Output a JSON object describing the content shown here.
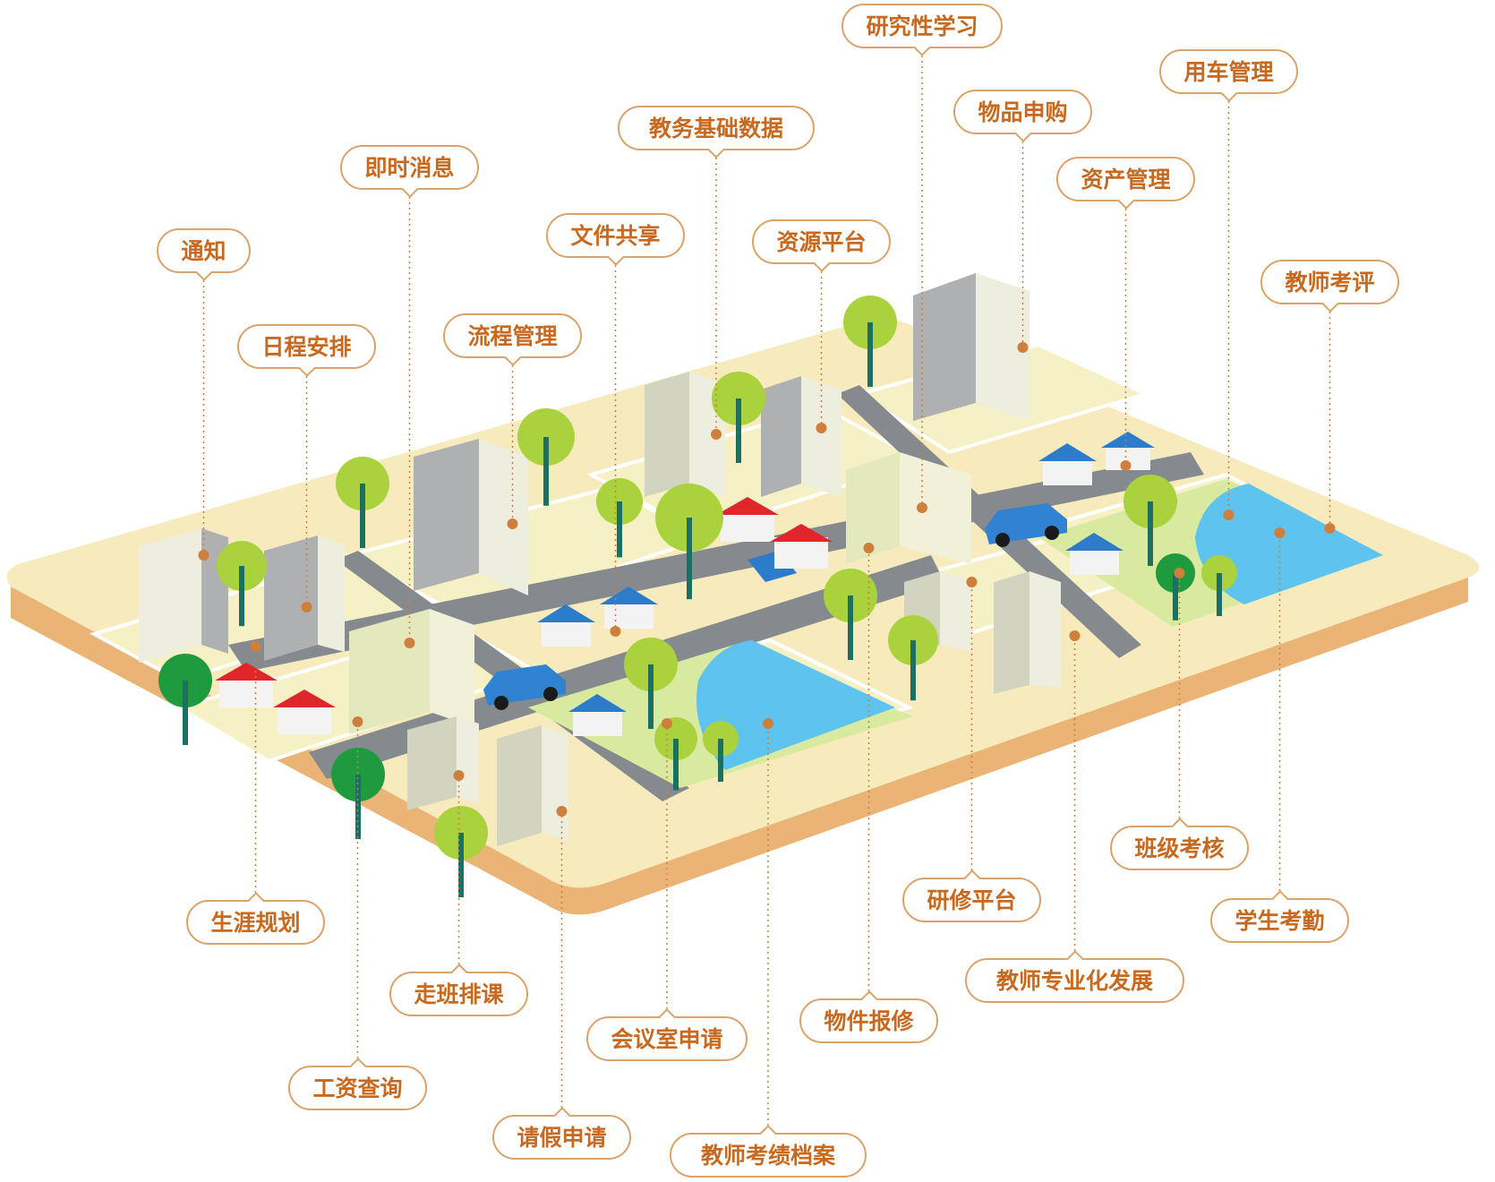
{
  "labels": {
    "tongzhi": "通知",
    "richeng": "日程安排",
    "jishi": "即时消息",
    "liucheng": "流程管理",
    "wenjian": "文件共享",
    "jiaowu": "教务基础数据",
    "ziyuan": "资源平台",
    "yanjiu": "研究性学习",
    "wupin": "物品申购",
    "zichan": "资产管理",
    "yongche": "用车管理",
    "kaoping": "教师考评",
    "shengya": "生涯规划",
    "gongzi": "工资查询",
    "zouban": "走班排课",
    "qingjia": "请假申请",
    "huiyi": "会议室申请",
    "jixiao": "教师考绩档案",
    "baoxiu": "物件报修",
    "yanxiu": "研修平台",
    "zhuanye": "教师专业化发展",
    "banji": "班级考核",
    "kaoqin": "学生考勤"
  },
  "colors": {
    "platform_top": "#f7ebbd",
    "platform_side": "#eab476",
    "block": "#f5f1c4",
    "road": "#858a8e",
    "lawn": "#d8ea9f",
    "water": "#5ec3ee",
    "building_light": "#edeede",
    "building_shadow": "#aeb0b2",
    "tree": "#a9d23c",
    "trunk": "#1e6f63",
    "roof_red": "#e0262a",
    "roof_blue": "#2d7ccc",
    "car": "#2f83d1",
    "label_border": "#d9a36a",
    "label_text": "#c7691f",
    "dot": "#cf7f3c"
  }
}
